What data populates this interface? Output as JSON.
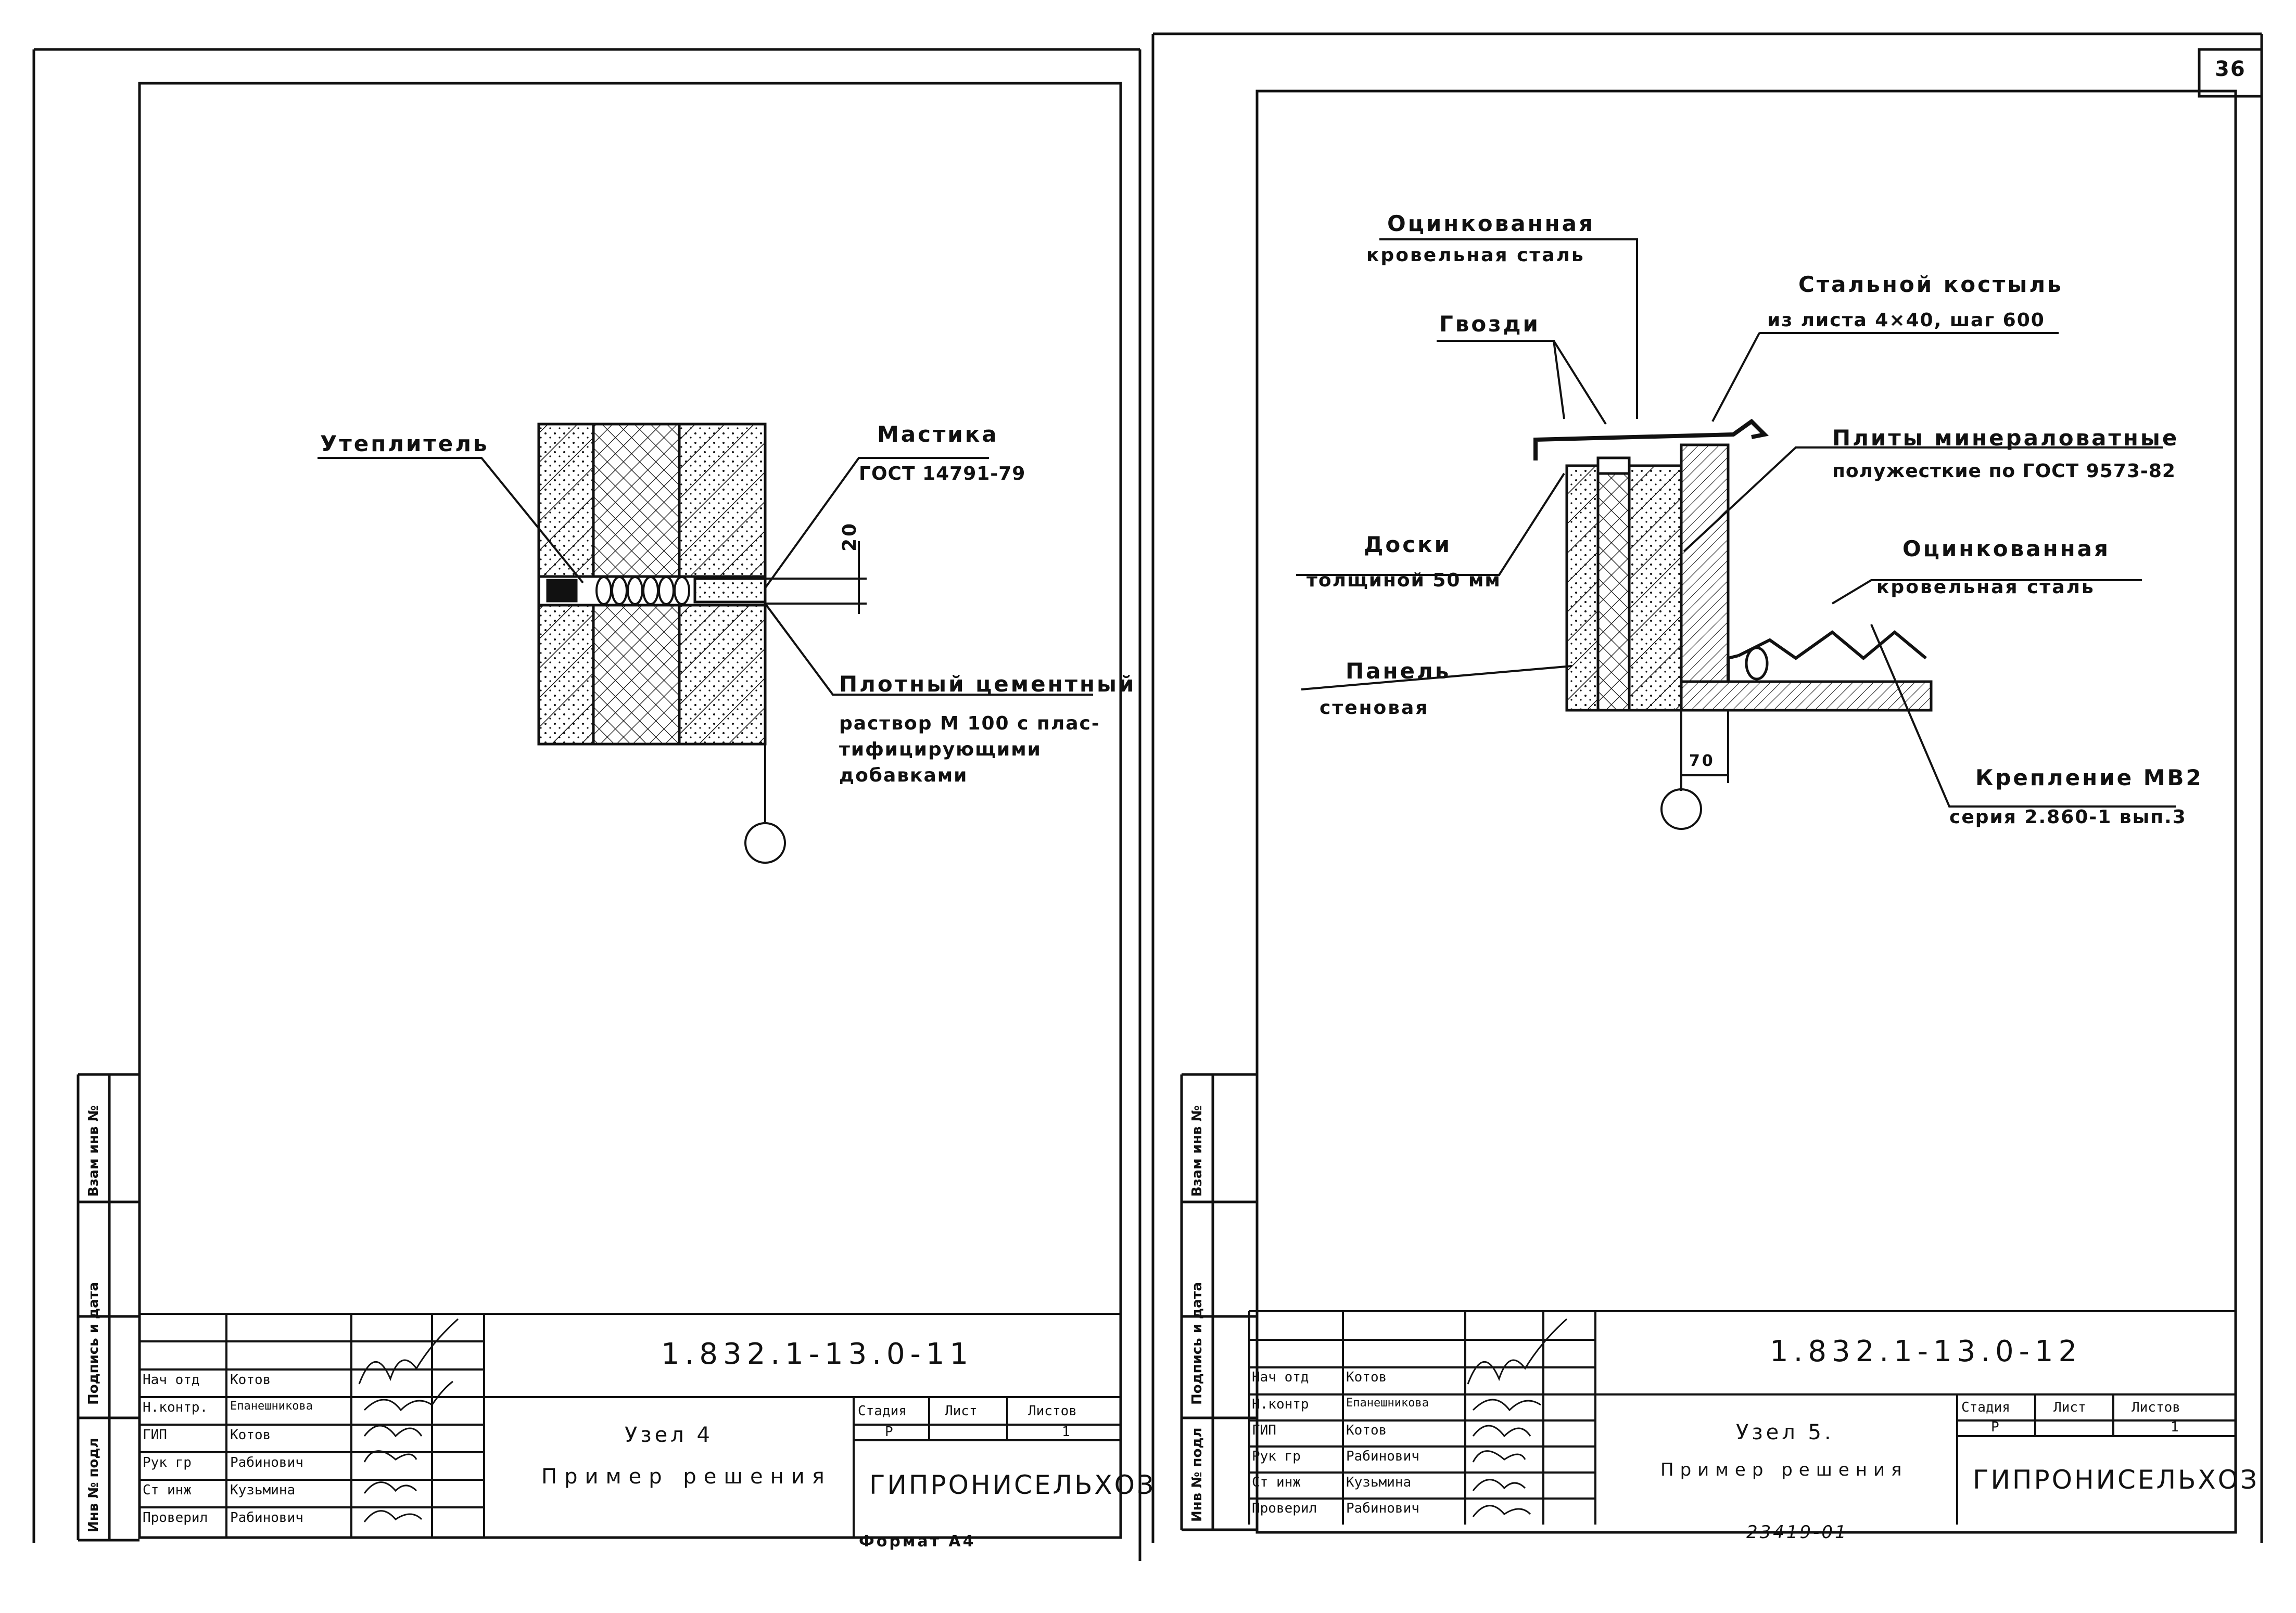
{
  "sheet_number": "36",
  "format_label": "Формат А4",
  "archive_number": "23419-01",
  "side_stamp": {
    "vzam": "Взам инв №",
    "podpis": "Подпись и дата",
    "inv": "Инв № подл"
  },
  "left_sheet": {
    "labels": {
      "insulation": "Утеплитель",
      "mastic_title": "Мастика",
      "mastic_gost": "ГОСТ 14791-79",
      "dim_20": "20",
      "mortar_line1": "Плотный цементный",
      "mortar_line2": "раствор  М 100 с плас-",
      "mortar_line3": "тифицирующими",
      "mortar_line4": "добавками"
    },
    "title_block": {
      "code": "1.832.1-13.0-11",
      "title_line1": "Узел 4",
      "title_line2": "Пример решения",
      "stage_header": "Стадия",
      "sheet_header": "Лист",
      "sheets_header": "Листов",
      "stage": "Р",
      "sheet": "",
      "sheets": "1",
      "org": "ГИПРОНИСЕЛЬХОЗ",
      "roles": [
        {
          "role": "Нач отд",
          "name": "Котов"
        },
        {
          "role": "Н.контр.",
          "name": "Епанешникова"
        },
        {
          "role": "ГИП",
          "name": "Котов"
        },
        {
          "role": "Рук гр",
          "name": "Рабинович"
        },
        {
          "role": "Ст инж",
          "name": "Кузьмина"
        },
        {
          "role": "Проверил",
          "name": "Рабинович"
        }
      ]
    }
  },
  "right_sheet": {
    "labels": {
      "zinc1_line1": "Оцинкованная",
      "zinc1_line2": "кровельная сталь",
      "nails": "Гвозди",
      "crutch_line1": "Стальной костыль",
      "crutch_line2": "из листа 4×40, шаг 600",
      "plates_line1": "Плиты минераловатные",
      "plates_line2": "полужесткие по ГОСТ 9573-82",
      "boards_line1": "Доски",
      "boards_line2": "толщиной 50 мм",
      "zinc2_line1": "Оцинкованная",
      "zinc2_line2": "кровельная сталь",
      "panel_line1": "Панель",
      "panel_line2": "стеновая",
      "dim_70": "70",
      "fix_line1": "Крепление МВ2",
      "fix_line2": "серия 2.860-1 вып.3"
    },
    "title_block": {
      "code": "1.832.1-13.0-12",
      "title_line1": "Узел 5.",
      "title_line2": "Пример решения",
      "stage_header": "Стадия",
      "sheet_header": "Лист",
      "sheets_header": "Листов",
      "stage": "Р",
      "sheet": "",
      "sheets": "1",
      "org": "ГИПРОНИСЕЛЬХОЗ",
      "roles": [
        {
          "role": "Нач отд",
          "name": "Котов"
        },
        {
          "role": "Н.контр",
          "name": "Епанешникова"
        },
        {
          "role": "ГИП",
          "name": "Котов"
        },
        {
          "role": "Рук гр",
          "name": "Рабинович"
        },
        {
          "role": "Ст инж",
          "name": "Кузьмина"
        },
        {
          "role": "Проверил",
          "name": "Рабинович"
        }
      ]
    }
  }
}
